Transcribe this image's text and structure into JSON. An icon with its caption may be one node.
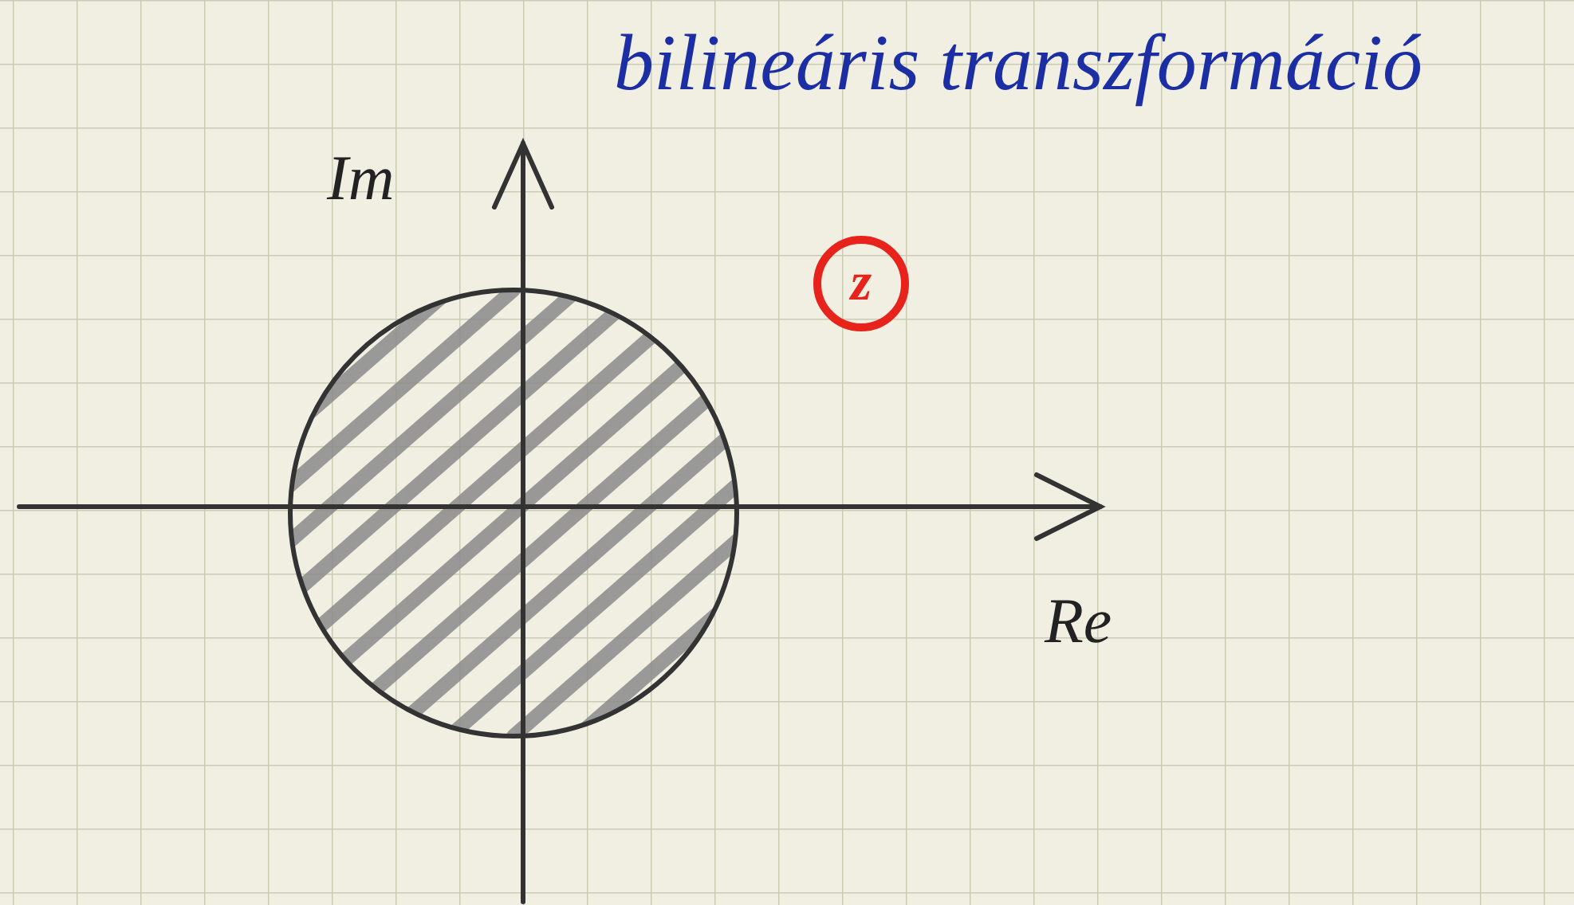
{
  "diagram": {
    "title": "bilineáris transzformáció",
    "nodes": [
      {
        "text": [
          "z"
        ]
      }
    ],
    "labels": [
      "Im",
      "Re"
    ]
  }
}
